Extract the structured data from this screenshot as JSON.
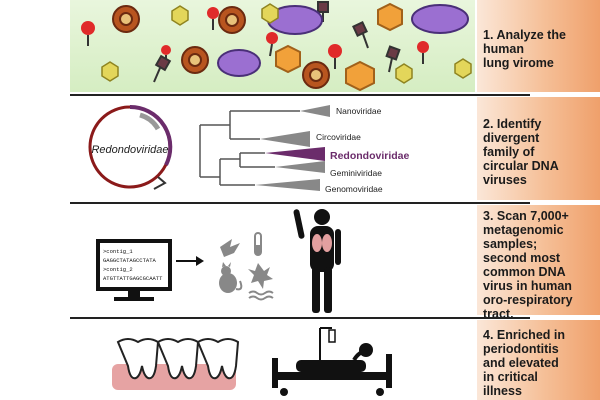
{
  "steps": [
    {
      "number": "1.",
      "text": "Analyze the\nhuman\nlung virome"
    },
    {
      "number": "2.",
      "text": "Identify\ndivergent\nfamily of\ncircular DNA\nviruses"
    },
    {
      "number": "3.",
      "text": "Scan 7,000+\nmetagenomic\nsamples;\nsecond most\ncommon DNA\nvirus in human\noro-respiratory\ntract."
    },
    {
      "number": "4.",
      "text": "Enriched in\nperiodontitis\nand elevated\nin critical\nillness"
    }
  ],
  "genome_label": "Redondoviridae",
  "tree_taxa": [
    "Nanoviridae",
    "Circoviridae",
    "Redondoviridae",
    "Geminiviridae",
    "Genomoviridae"
  ],
  "sequence_lines": [
    ">contig_1",
    "GAGGCTATAGCCTATA",
    ">contig_2",
    "ATGTTATTGAGCGCAATT"
  ],
  "colors": {
    "accent_purple": "#6b2c6b",
    "genome_red": "#8b1a1a",
    "step_panel_light": "#fbe7d8",
    "step_panel_dark": "#efa06b",
    "gum_pink": "#e6a3a3"
  },
  "icons": [
    "virus-particles",
    "computer-monitor",
    "arrow-right",
    "bird-icon",
    "test-tube-icon",
    "cat-icon",
    "leaf-icon",
    "water-icon",
    "human-silhouette",
    "lungs-icon",
    "teeth-icon",
    "hospital-bed-icon"
  ]
}
